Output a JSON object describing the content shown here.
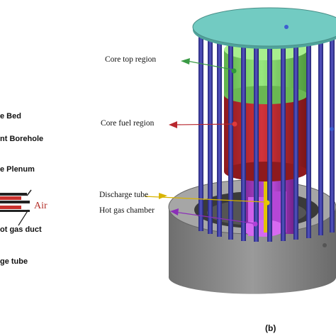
{
  "left_panel": {
    "labels": [
      "e Bed",
      "nt Borehole",
      "e Plenum",
      "Air",
      "ot gas duct",
      "ge tube"
    ]
  },
  "right_panel": {
    "panel_label": "(b)",
    "labels": {
      "core_top": "Core top region",
      "core_fuel": "Core fuel region",
      "discharge": "Discharge tube",
      "hot_gas": "Hot gas chamber"
    }
  },
  "colors": {
    "top_plate": "#6fc9c0",
    "rods": "#3f3fa8",
    "core_top": "#8ce074",
    "core_fuel": "#cf2f34",
    "lower_structure": "#b23fd1",
    "base": "#8e8e8e",
    "arrow_core_top": "#3a9a45",
    "arrow_core_fuel": "#b8282f",
    "arrow_discharge": "#d8b400",
    "arrow_hot_gas": "#8b2fb8",
    "air_text": "#b5302a"
  }
}
